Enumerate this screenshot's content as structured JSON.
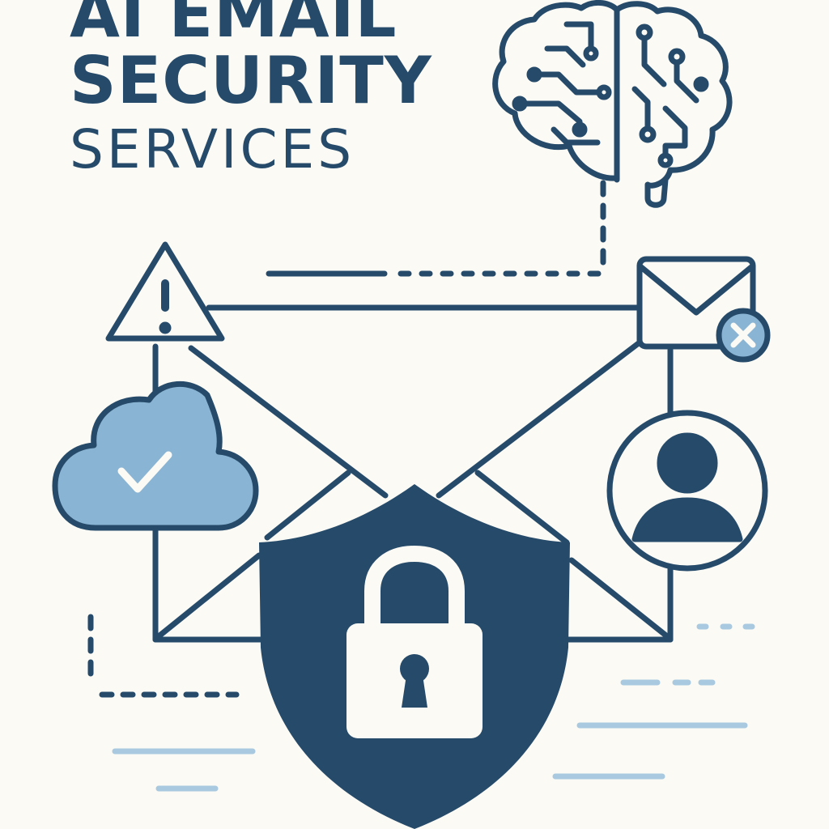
{
  "title": {
    "line1": "AI EMAIL",
    "line2": "SECURITY",
    "line3": "SERVICES"
  },
  "colors": {
    "background": "#fbfaf4",
    "primary": "#264a6a",
    "accent": "#8ab4d3",
    "light_accent": "#a9c9e0"
  },
  "icons": [
    "brain-circuit-icon",
    "warning-triangle-icon",
    "envelope-icon",
    "cloud-check-icon",
    "mail-error-icon",
    "user-avatar-icon",
    "shield-lock-icon"
  ]
}
